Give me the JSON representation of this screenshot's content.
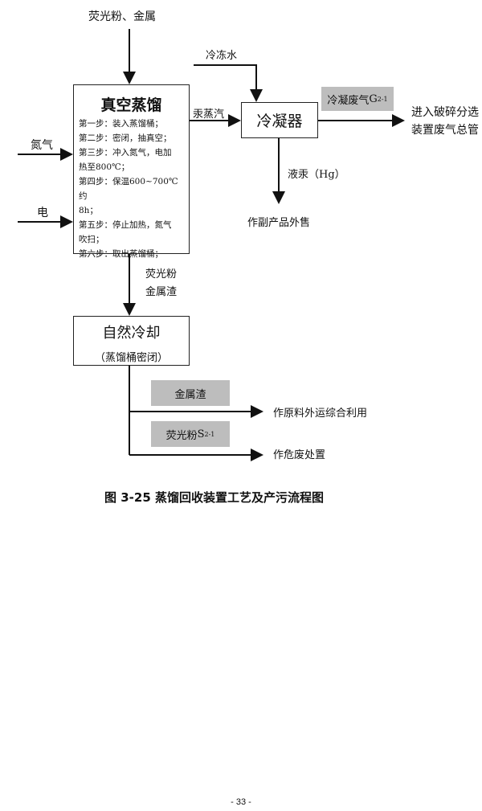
{
  "diagram": {
    "input_top": "荧光粉、金属",
    "distill_box": {
      "title": "真空蒸馏",
      "steps": [
        "第一步：装入蒸馏桶；",
        "第二步：密闭，抽真空；",
        "第三步：冲入氮气，电加",
        "热至800℃；",
        "第四步：保温600~700℃约",
        "8h；",
        "第五步：停止加热，氮气",
        "吹扫；",
        "第六步：取出蒸馏桶；"
      ]
    },
    "input_nitrogen": "氮气",
    "input_electric": "电",
    "mercury_vapor": "汞蒸汽",
    "chilled_water": "冷冻水",
    "condenser": "冷凝器",
    "waste_gas_label": "冷凝废气",
    "waste_gas_code": "G",
    "waste_gas_sub": "2-1",
    "gas_dest_line1": "进入破碎分选",
    "gas_dest_line2": "装置废气总管",
    "liquid_mercury": "液汞（Hg）",
    "byproduct": "作副产品外售",
    "residue_line1": "荧光粉",
    "residue_line2": "金属渣",
    "cooling_box": {
      "title": "自然冷却",
      "subtitle": "（蒸馏桶密闭）"
    },
    "metal_slag": "金属渣",
    "metal_dest": "作原料外运综合利用",
    "phosphor_label": "荧光粉",
    "phosphor_code": "S",
    "phosphor_sub": "2-1",
    "phosphor_dest": "作危废处置"
  },
  "caption": "图 3-25 蒸馏回收装置工艺及产污流程图",
  "page_number": "- 33 -"
}
